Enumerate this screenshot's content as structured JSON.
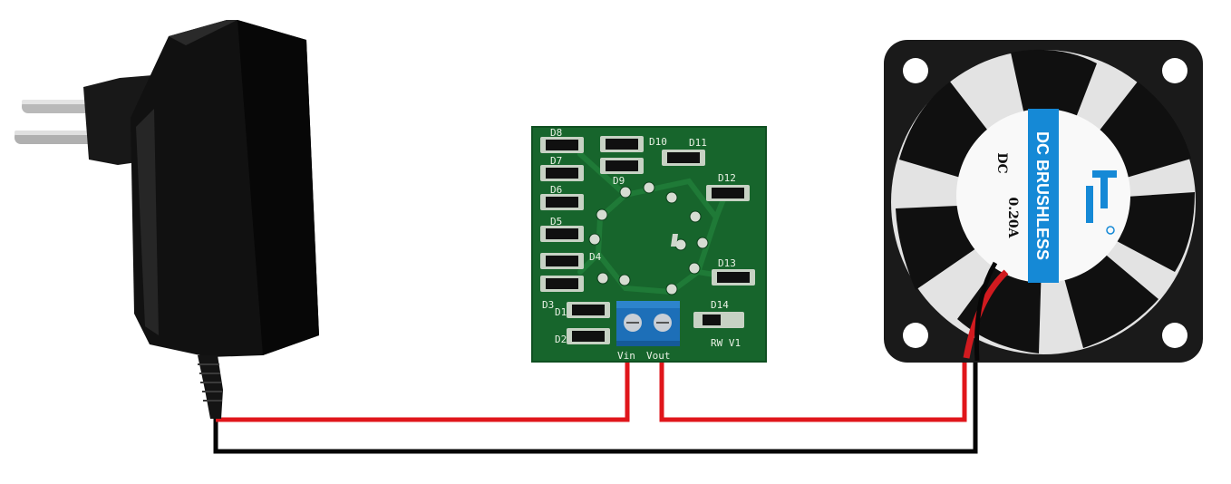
{
  "pcb": {
    "diodes": [
      "D8",
      "D7",
      "D6",
      "D5",
      "D4",
      "D3",
      "D2",
      "D1",
      "D9",
      "D10",
      "D11",
      "D12",
      "D13",
      "D14"
    ],
    "board_label": "RW V1",
    "terminal_in": "Vin",
    "terminal_out": "Vout"
  },
  "fan": {
    "brand_text": "DC BRUSHLESS",
    "dc_text": "DC",
    "current_text": "0.20A"
  },
  "colors": {
    "wire_positive": "#e0161b",
    "wire_negative": "#050505",
    "pcb_green": "#17652c",
    "terminal_blue": "#1d6fb8",
    "fan_label_blue": "#1589d6"
  }
}
